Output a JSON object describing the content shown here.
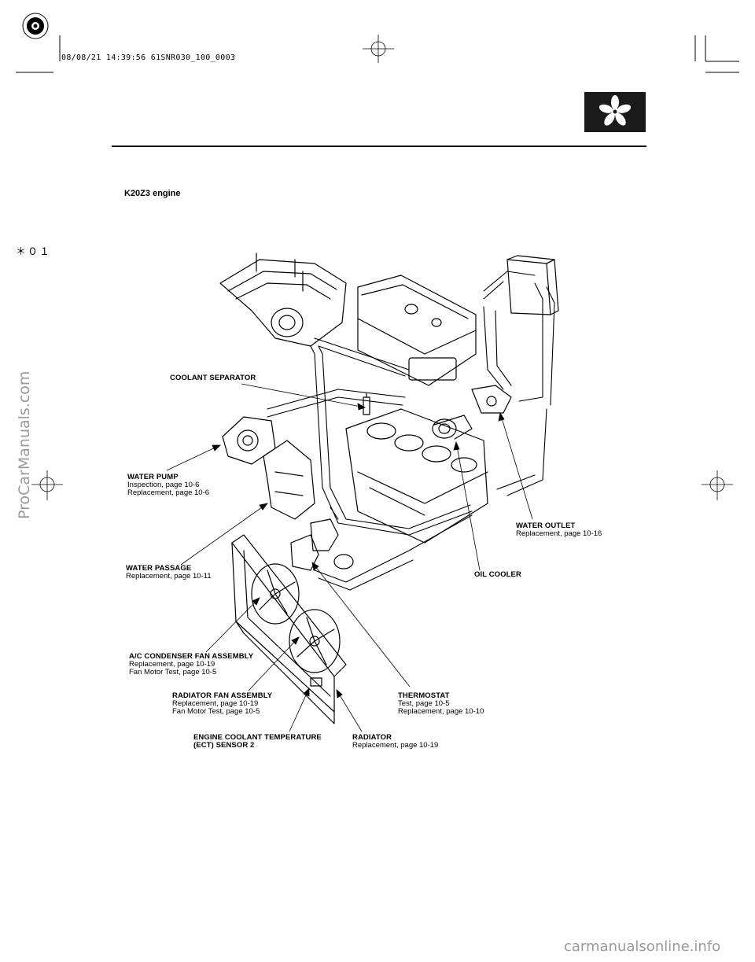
{
  "header": {
    "print_stamp": "08/08/21 14:39:56 61SNR030_100_0003",
    "section_icon": "cooling-fan-icon",
    "margin_code": "＊０１"
  },
  "section_heading": "K20Z3 engine",
  "watermarks": {
    "left": "ProCarManuals.com",
    "bottom": "carmanualsonline.info"
  },
  "labels": {
    "coolant_separator": {
      "title": "COOLANT SEPARATOR"
    },
    "water_pump": {
      "title": "WATER PUMP",
      "lines": [
        "Inspection, page 10-6",
        "Replacement, page 10-6"
      ]
    },
    "water_outlet": {
      "title": "WATER OUTLET",
      "lines": [
        "Replacement, page 10-16"
      ]
    },
    "water_passage": {
      "title": "WATER PASSAGE",
      "lines": [
        "Replacement, page 10-11"
      ]
    },
    "oil_cooler": {
      "title": "OIL COOLER"
    },
    "ac_condenser_fan": {
      "title": "A/C CONDENSER FAN ASSEMBLY",
      "lines": [
        "Replacement, page 10-19",
        "Fan Motor Test, page 10-5"
      ]
    },
    "radiator_fan": {
      "title": "RADIATOR FAN ASSEMBLY",
      "lines": [
        "Replacement, page 10-19",
        "Fan Motor Test, page 10-5"
      ]
    },
    "thermostat": {
      "title": "THERMOSTAT",
      "lines": [
        "Test, page 10-5",
        "Replacement, page 10-10"
      ]
    },
    "ect_sensor": {
      "title_lines": [
        "ENGINE COOLANT TEMPERATURE",
        "(ECT) SENSOR 2"
      ]
    },
    "radiator": {
      "title": "RADIATOR",
      "lines": [
        "Replacement, page 10-19"
      ]
    }
  },
  "colors": {
    "ink": "#000000",
    "watermark": "#9a9a9a",
    "icon_bg": "#1a1a1a"
  }
}
